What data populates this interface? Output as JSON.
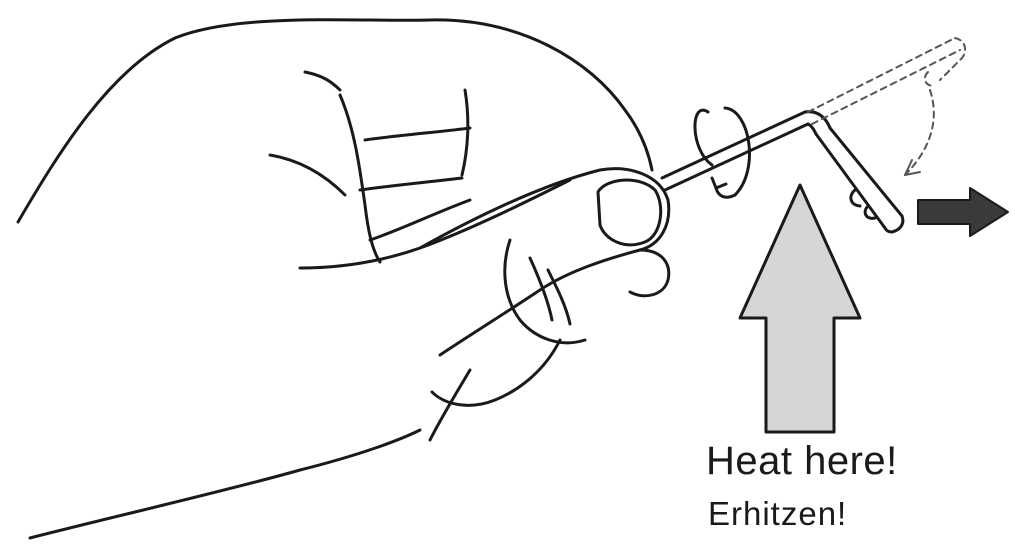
{
  "labels": {
    "primary": "Heat here!",
    "secondary": "Erhitzen!"
  },
  "colors": {
    "ink": "#1a1a1a",
    "heat_arrow_fill": "#d6d6d6",
    "direction_arrow": "#3a3a3a"
  },
  "icons": {
    "hand": "hand-holding-tool",
    "tool": "bent-pin-tool",
    "heat_arrow": "arrow-up-icon",
    "pull_arrow": "arrow-right-icon",
    "rotation": "rotate-icon",
    "bend_motion": "curved-arrow-icon"
  }
}
